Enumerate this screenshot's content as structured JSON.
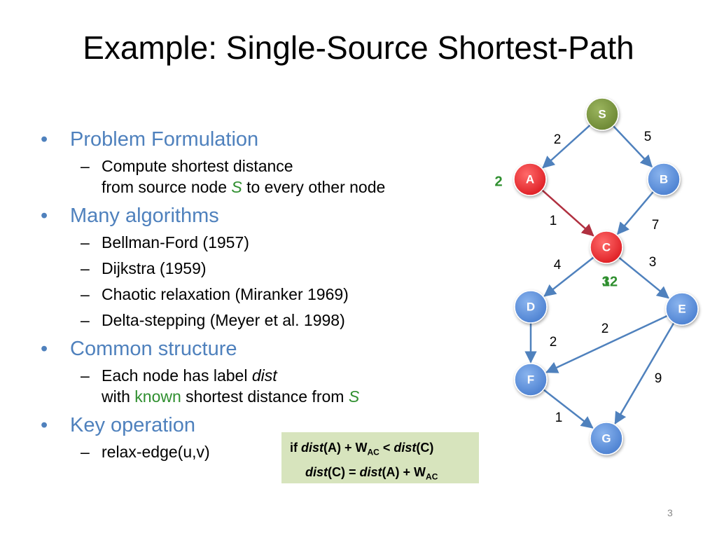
{
  "slide": {
    "title": "Example: Single-Source Shortest-Path",
    "page_number": "3"
  },
  "bullets": {
    "b1": "Problem Formulation",
    "b1_s1_a": "Compute shortest distance",
    "b1_s1_b_pre": "from source node ",
    "b1_s1_b_src": "S",
    "b1_s1_b_post": " to every other node",
    "b2": "Many algorithms",
    "b2_s1": "Bellman-Ford (1957)",
    "b2_s2": "Dijkstra (1959)",
    "b2_s3": "Chaotic relaxation (Miranker 1969)",
    "b2_s4": "Delta-stepping (Meyer et al. 1998)",
    "b3": "Common structure",
    "b3_s1_a_pre": "Each node has label ",
    "b3_s1_a_em": "dist",
    "b3_s1_b_pre": "with ",
    "b3_s1_b_known": "known",
    "b3_s1_b_mid": " shortest distance from ",
    "b3_s1_b_src": "S",
    "b4": "Key operation",
    "b4_s1": "relax-edge(u,v)",
    "bullet_glyph": "•",
    "dash_glyph": "–"
  },
  "code": {
    "if": "if ",
    "dist": "dist",
    "a": "(A) + W",
    "ac": "AC",
    "lt": " < ",
    "c": "(C)",
    "eq": "(C) = ",
    "a2": "(A) + W"
  },
  "graph": {
    "colors": {
      "blue": "#5b8fd9",
      "green": "#77933c",
      "red": "#e8282c",
      "edge": "#4f81bd",
      "edge_highlight": "#b03040",
      "label_green": "#2f8f2f"
    },
    "nodes": [
      {
        "id": "S",
        "label": "S",
        "kind": "green"
      },
      {
        "id": "A",
        "label": "A",
        "kind": "red"
      },
      {
        "id": "B",
        "label": "B",
        "kind": "blue"
      },
      {
        "id": "C",
        "label": "C",
        "kind": "red"
      },
      {
        "id": "D",
        "label": "D",
        "kind": "blue"
      },
      {
        "id": "E",
        "label": "E",
        "kind": "blue"
      },
      {
        "id": "F",
        "label": "F",
        "kind": "blue"
      },
      {
        "id": "G",
        "label": "G",
        "kind": "blue"
      }
    ],
    "edges": [
      {
        "from": "S",
        "to": "A",
        "weight": "2",
        "highlight": false
      },
      {
        "from": "S",
        "to": "B",
        "weight": "5",
        "highlight": false
      },
      {
        "from": "A",
        "to": "C",
        "weight": "1",
        "highlight": true
      },
      {
        "from": "B",
        "to": "C",
        "weight": "7",
        "highlight": false
      },
      {
        "from": "C",
        "to": "D",
        "weight": "4",
        "highlight": false
      },
      {
        "from": "C",
        "to": "E",
        "weight": "3",
        "highlight": false
      },
      {
        "from": "D",
        "to": "F",
        "weight": "2",
        "highlight": false
      },
      {
        "from": "E",
        "to": "F",
        "weight": "2",
        "highlight": false
      },
      {
        "from": "E",
        "to": "G",
        "weight": "9",
        "highlight": false
      },
      {
        "from": "F",
        "to": "G",
        "weight": "1",
        "highlight": false
      }
    ],
    "dist_labels": [
      {
        "node": "A",
        "text": "2"
      },
      {
        "node": "C",
        "text": "3",
        "overlap": "12"
      }
    ]
  }
}
